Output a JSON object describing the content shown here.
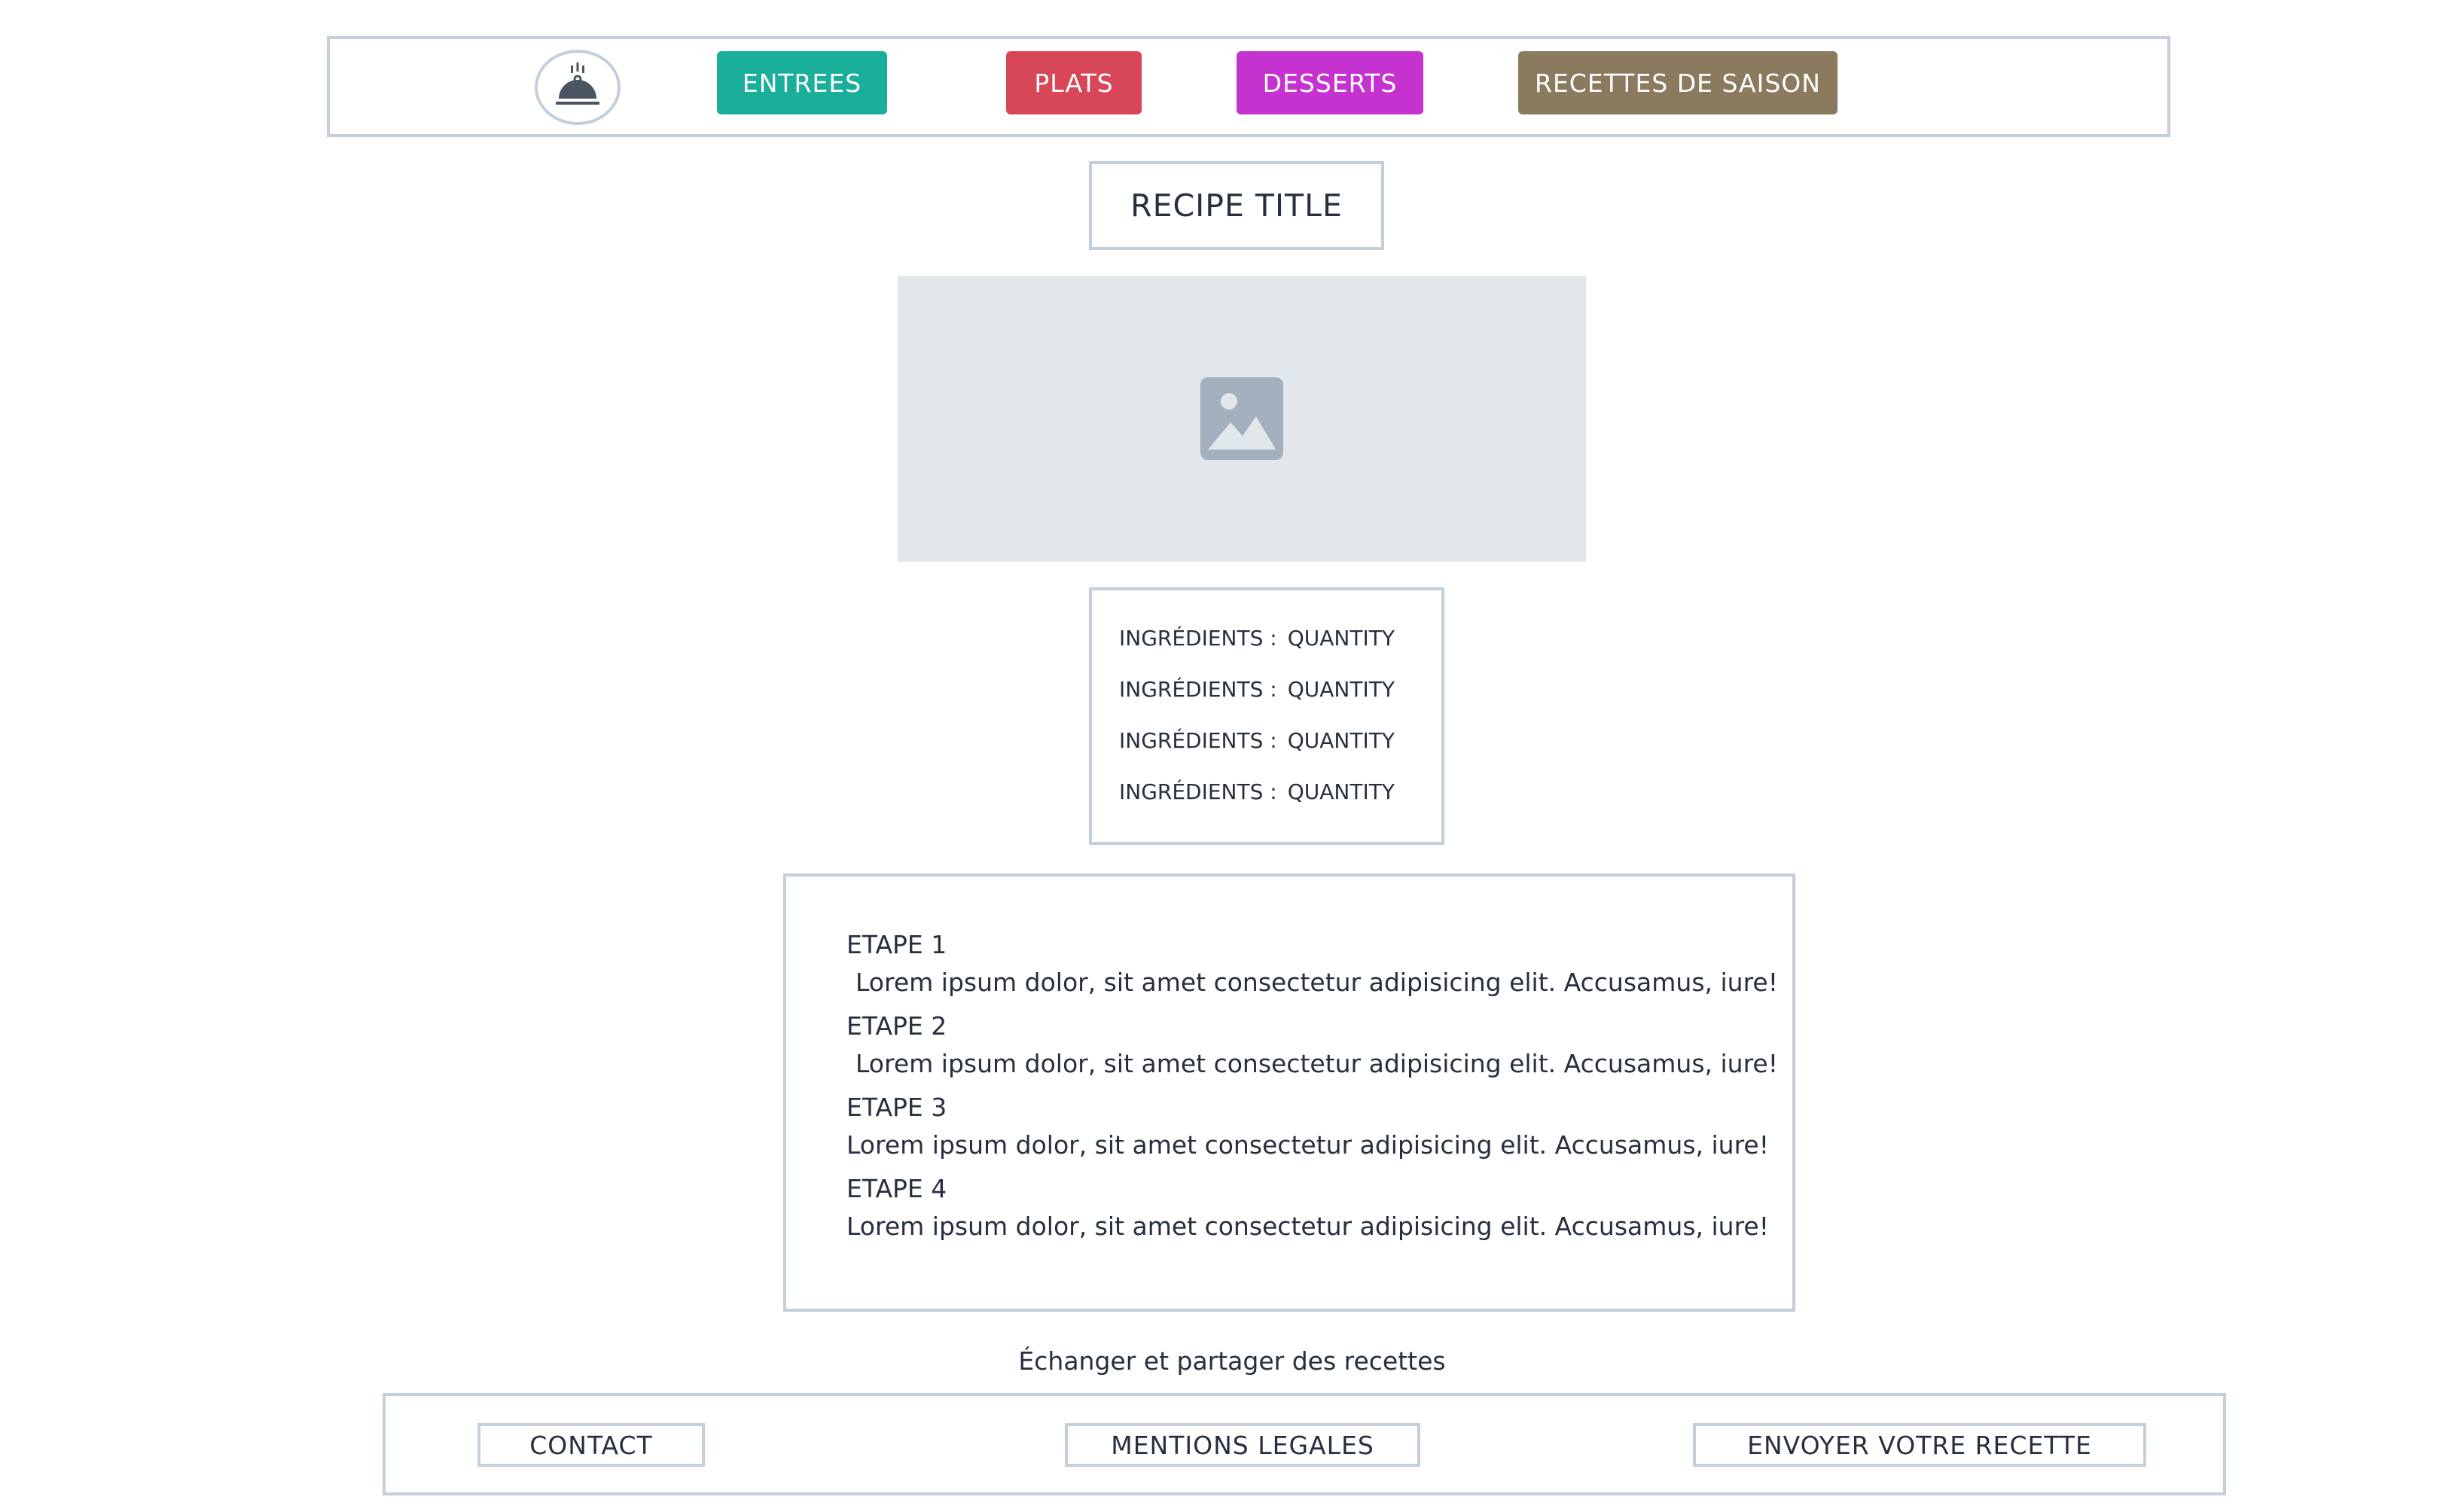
{
  "header": {
    "logo_icon": "cloche-icon",
    "nav": [
      {
        "label": "ENTREES",
        "color": "#1aaf9b"
      },
      {
        "label": "PLATS",
        "color": "#d8465a"
      },
      {
        "label": "DESSERTS",
        "color": "#c532d0"
      },
      {
        "label": "RECETTES DE SAISON",
        "color": "#8b7a5e"
      }
    ]
  },
  "recipe": {
    "title": "RECIPE TITLE",
    "image_icon": "image-placeholder-icon",
    "ingredients": [
      {
        "label": "INGRÉDIENTS :",
        "quantity": "QUANTITY"
      },
      {
        "label": "INGRÉDIENTS :",
        "quantity": "QUANTITY"
      },
      {
        "label": "INGRÉDIENTS :",
        "quantity": "QUANTITY"
      },
      {
        "label": "INGRÉDIENTS :",
        "quantity": "QUANTITY"
      }
    ],
    "steps": [
      {
        "title": "ETAPE 1",
        "text": " Lorem ipsum dolor, sit amet consectetur adipisicing elit. Accusamus, iure!"
      },
      {
        "title": "ETAPE 2",
        "text": " Lorem ipsum dolor, sit amet consectetur adipisicing elit. Accusamus, iure!"
      },
      {
        "title": "ETAPE 3",
        "text": "Lorem ipsum dolor, sit amet consectetur adipisicing elit. Accusamus, iure!"
      },
      {
        "title": "ETAPE 4",
        "text": "Lorem ipsum dolor, sit amet consectetur adipisicing elit. Accusamus, iure!"
      }
    ]
  },
  "tagline": "Échanger et partager des recettes",
  "footer": {
    "links": [
      "CONTACT",
      "MENTIONS LEGALES",
      "ENVOYER VOTRE RECETTE"
    ]
  }
}
